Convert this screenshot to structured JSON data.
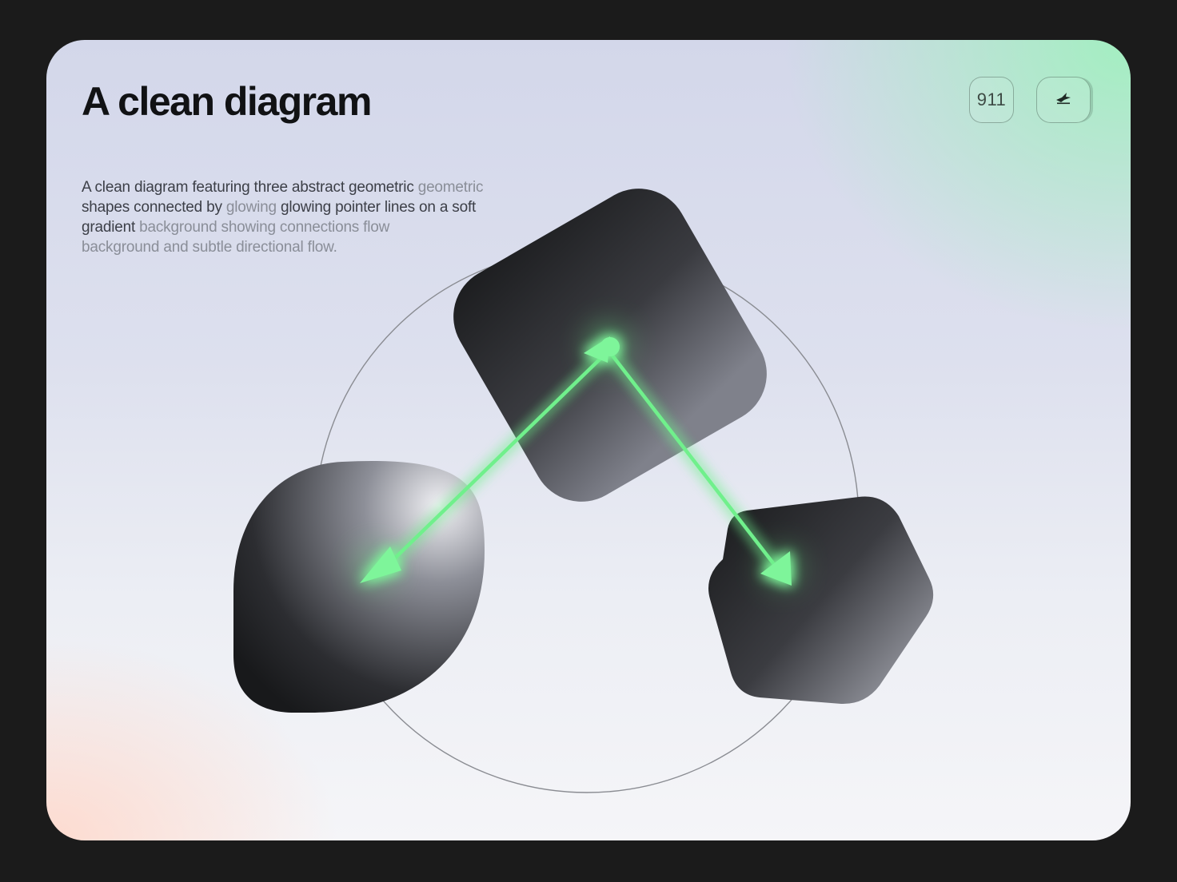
{
  "header": {
    "title": "A clean diagram",
    "description_line1": "A clean diagram featuring three abstract geometric ",
    "description_line1_faded": "geometric",
    "description_line2": "shapes connected by ",
    "description_line2_faded": "glowing ",
    "description_line2_rest": "glowing pointer lines on a soft",
    "description_line3": "gradient ",
    "description_line3_faded": "background showing connections flow",
    "description_line4": "background and subtle directional ",
    "description_line4_faded": "flow."
  },
  "toolbar": {
    "count_badge": "911",
    "icon_badge_icon": "bird-icon"
  },
  "diagram": {
    "nodes": [
      "rounded-square-node",
      "rounded-blob-node",
      "pentagon-node"
    ],
    "connections": [
      {
        "from": "rounded-square-node",
        "to": "rounded-blob-node",
        "direction": "bidirectional"
      },
      {
        "from": "rounded-square-node",
        "to": "pentagon-node",
        "direction": "forward"
      }
    ],
    "colors": {
      "pointer": "#6ff08c",
      "shape_dark": "#1d1e20",
      "shape_light": "#8e9099",
      "orbit": "#8a8c92"
    }
  }
}
